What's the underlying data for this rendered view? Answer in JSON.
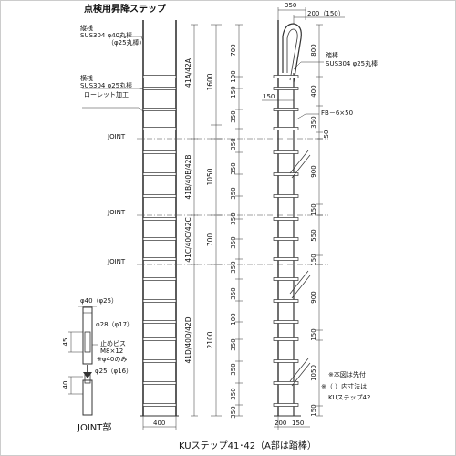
{
  "title": "点検用昇降ステップ",
  "caption": "KUステップ41･42（A部は踏棒）",
  "labels": {
    "vertical_rail_1": "縦桟",
    "vertical_rail_2": "SUS304 φ40丸棒",
    "vertical_rail_3": "（φ25丸棒）",
    "rung_1": "横桟",
    "rung_2": "SUS304 φ25丸棒",
    "rung_3": "ローレット加工",
    "step_bar_1": "踏棒",
    "step_bar_2": "SUS304 φ25丸棒",
    "fb": "FB－6×50",
    "joint": "JOINT",
    "note_1": "※本図は先付",
    "note_2": "※（ ）内寸法は",
    "note_3": "KUステップ42",
    "joint_section": "JOINT部",
    "jd_phi40": "φ40（φ25）",
    "jd_phi28": "φ28（φ17）",
    "jd_45": "45",
    "jd_screw_1": "止めビス",
    "jd_screw_2": "M8×12",
    "jd_screw_3": "※φ40のみ",
    "jd_phi25": "φ25（φ16）",
    "jd_40": "40"
  },
  "dims": {
    "top_350": "350",
    "top_200": "200（150）",
    "bottom_400": "400",
    "bottom_200": "200",
    "bottom_150": "150",
    "seg_41A": "41A/42A",
    "seg_41B": "41B/40B/42B",
    "seg_41C": "41C/40C/42C",
    "seg_41D": "41D/40D/42D",
    "d1600": "1600",
    "d1050": "1050",
    "d700": "700",
    "d2100": "2100",
    "r700": "700",
    "r100": "100",
    "r150": "150",
    "r350a": "350",
    "r350b": "350",
    "r350c": "350",
    "r350d": "350",
    "r350e": "350",
    "r350f": "350",
    "r350g": "350",
    "r350h": "350",
    "r350i": "350",
    "r350j": "350",
    "r350k": "350",
    "r350l": "350",
    "r100b": "100",
    "rr800": "800",
    "rr400": "400",
    "rr350": "350",
    "rr50": "50",
    "rr900a": "900",
    "rr150a": "150",
    "rr550": "550",
    "rr150b": "150",
    "rr900b": "900",
    "rr150c": "150",
    "rr1050": "1050",
    "rr150d": "150"
  }
}
